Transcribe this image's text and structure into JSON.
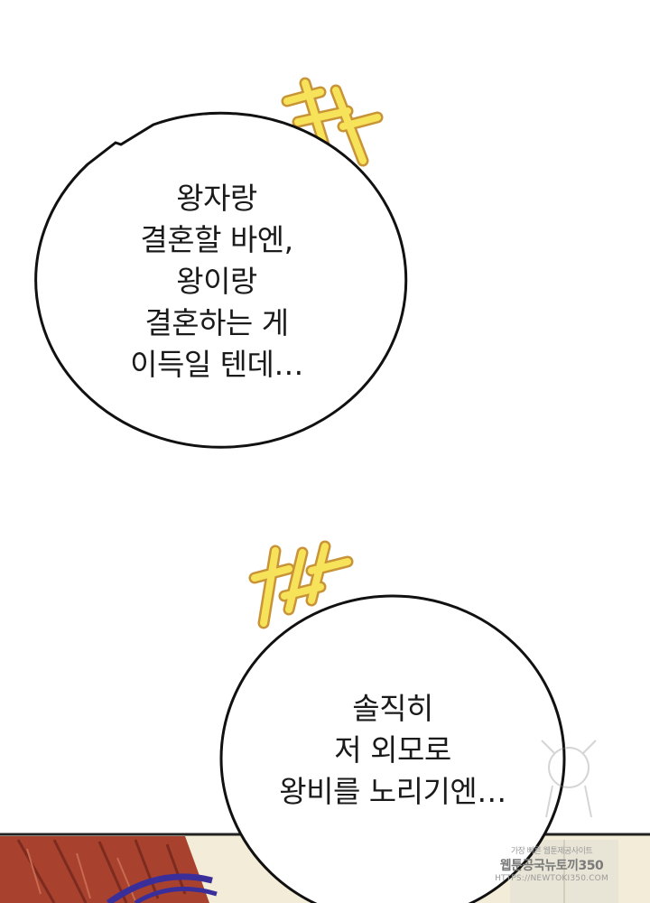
{
  "bubble1": {
    "lines": [
      "왕자랑",
      "결혼할 바엔,",
      "왕이랑",
      "결혼하는 게",
      "이득일 텐데…"
    ]
  },
  "bubble2": {
    "lines": [
      "솔직히",
      "저 외모로",
      "왕비를 노리기엔…"
    ]
  },
  "watermark": {
    "line1": "가장 빠른 웹툰제공사이트",
    "line2": "웹툰공국뉴토끼350",
    "line3": "HTTPS://NEWTOKI350.COM"
  },
  "colors": {
    "background": "#ffffff",
    "bubble_outline": "#111111",
    "cross_marks": "#f7e35a",
    "cross_outline": "#d9a43a",
    "hair": "#a8422e"
  }
}
